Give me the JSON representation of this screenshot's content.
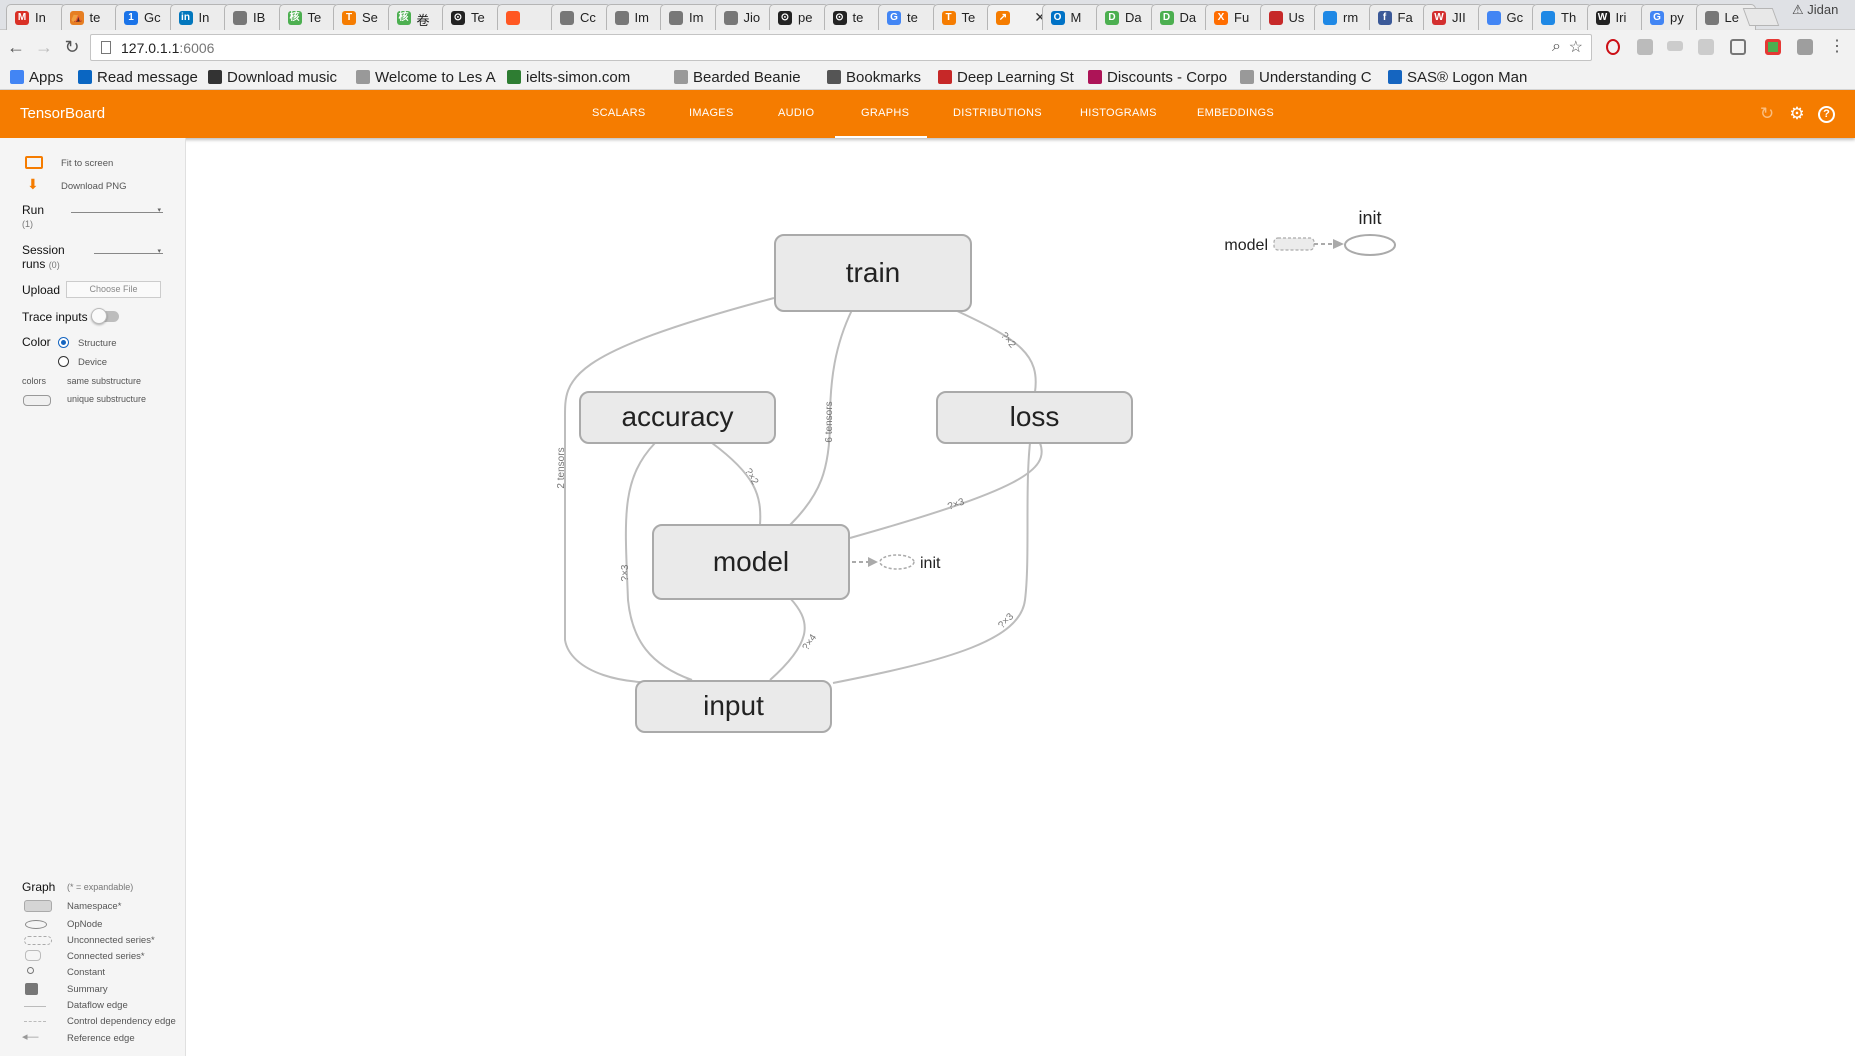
{
  "browser": {
    "tabs": [
      {
        "label": "In",
        "color": "#d93025",
        "glyph": "M"
      },
      {
        "label": "te",
        "color": "#e67e22",
        "glyph": "⛺"
      },
      {
        "label": "Gc",
        "color": "#1a73e8",
        "glyph": "1"
      },
      {
        "label": "In",
        "color": "#0277bd",
        "glyph": "in"
      },
      {
        "label": "IB",
        "color": "#777777",
        "glyph": ""
      },
      {
        "label": "Te",
        "color": "#4caf50",
        "glyph": "核"
      },
      {
        "label": "Se",
        "color": "#f57c00",
        "glyph": "T"
      },
      {
        "label": "卷",
        "color": "#4caf50",
        "glyph": "核"
      },
      {
        "label": "Te",
        "color": "#222222",
        "glyph": "⊙"
      },
      {
        "label": "",
        "color": "#ff5722",
        "glyph": ""
      },
      {
        "label": "Cc",
        "color": "#777777",
        "glyph": ""
      },
      {
        "label": "Im",
        "color": "#777777",
        "glyph": ""
      },
      {
        "label": "Im",
        "color": "#777777",
        "glyph": ""
      },
      {
        "label": "Jio",
        "color": "#777777",
        "glyph": ""
      },
      {
        "label": "pe",
        "color": "#222222",
        "glyph": "⊙"
      },
      {
        "label": "te",
        "color": "#222222",
        "glyph": "⊙"
      },
      {
        "label": "te",
        "color": "#4285f4",
        "glyph": "G"
      },
      {
        "label": "Te",
        "color": "#f57c00",
        "glyph": "T"
      },
      {
        "label": "",
        "color": "#f57c00",
        "glyph": "↗"
      },
      {
        "label": "M",
        "color": "#0072c6",
        "glyph": "O"
      },
      {
        "label": "Da",
        "color": "#4caf50",
        "glyph": "D"
      },
      {
        "label": "Da",
        "color": "#4caf50",
        "glyph": "D"
      },
      {
        "label": "Fu",
        "color": "#ff6d00",
        "glyph": "X"
      },
      {
        "label": "Us",
        "color": "#c62828",
        "glyph": ""
      },
      {
        "label": "rm",
        "color": "#1e88e5",
        "glyph": ""
      },
      {
        "label": "Fa",
        "color": "#3b5998",
        "glyph": "f"
      },
      {
        "label": "JII",
        "color": "#d32f2f",
        "glyph": "W"
      },
      {
        "label": "Gc",
        "color": "#4285f4",
        "glyph": ""
      },
      {
        "label": "Th",
        "color": "#1e88e5",
        "glyph": ""
      },
      {
        "label": "Iri",
        "color": "#222222",
        "glyph": "W"
      },
      {
        "label": "py",
        "color": "#4285f4",
        "glyph": "G"
      },
      {
        "label": "Le",
        "color": "#777777",
        "glyph": ""
      }
    ],
    "profile": "Jidan",
    "url_host": "127.0.1.1",
    "url_port": ":6006"
  },
  "bookmarks": [
    {
      "label": "Apps",
      "color": "#4285f4"
    },
    {
      "label": "Read message",
      "color": "#0a66c2"
    },
    {
      "label": "Download music",
      "color": "#333333"
    },
    {
      "label": "Welcome to Les A",
      "color": "#999999"
    },
    {
      "label": "ielts-simon.com",
      "color": "#2e7d32"
    },
    {
      "label": "Bearded Beanie",
      "color": "#999999"
    },
    {
      "label": "Bookmarks",
      "color": "#555555"
    },
    {
      "label": "Deep Learning St",
      "color": "#c62828"
    },
    {
      "label": "Discounts - Corpo",
      "color": "#ad1457"
    },
    {
      "label": "Understanding C",
      "color": "#999999"
    },
    {
      "label": "SAS® Logon Man",
      "color": "#1565c0"
    }
  ],
  "header": {
    "title": "TensorBoard",
    "tabs": [
      "SCALARS",
      "IMAGES",
      "AUDIO",
      "GRAPHS",
      "DISTRIBUTIONS",
      "HISTOGRAMS",
      "EMBEDDINGS"
    ],
    "active_tab": "GRAPHS"
  },
  "sidebar": {
    "fit_to_screen": "Fit to screen",
    "download_png": "Download PNG",
    "run_label": "Run",
    "run_count": "(1)",
    "session_label_1": "Session",
    "session_label_2": "runs",
    "session_count": "(0)",
    "upload_label": "Upload",
    "choose_file": "Choose File",
    "trace_inputs": "Trace inputs",
    "color_label": "Color",
    "color_options": [
      "Structure",
      "Device"
    ],
    "color_selected": "Structure",
    "colors_label": "colors",
    "same_substructure": "same substructure",
    "unique_substructure": "unique substructure",
    "legend_title": "Graph",
    "legend_note": "(* = expandable)",
    "legend_items": [
      "Namespace*",
      "OpNode",
      "Unconnected series*",
      "Connected series*",
      "Constant",
      "Summary",
      "Dataflow edge",
      "Control dependency edge",
      "Reference edge"
    ]
  },
  "graph": {
    "nodes": {
      "train": "train",
      "accuracy": "accuracy",
      "loss": "loss",
      "model": "model",
      "input": "input",
      "model_init": "init",
      "aux_model": "model",
      "aux_init": "init"
    },
    "edge_labels": {
      "train_input": "2 tensors",
      "train_model": "6 tensors",
      "train_loss": "?×2",
      "accuracy_model": "?×2",
      "accuracy_input": "?×3",
      "loss_model": "?×3",
      "loss_input": "?×3",
      "model_input": "?×4"
    }
  }
}
